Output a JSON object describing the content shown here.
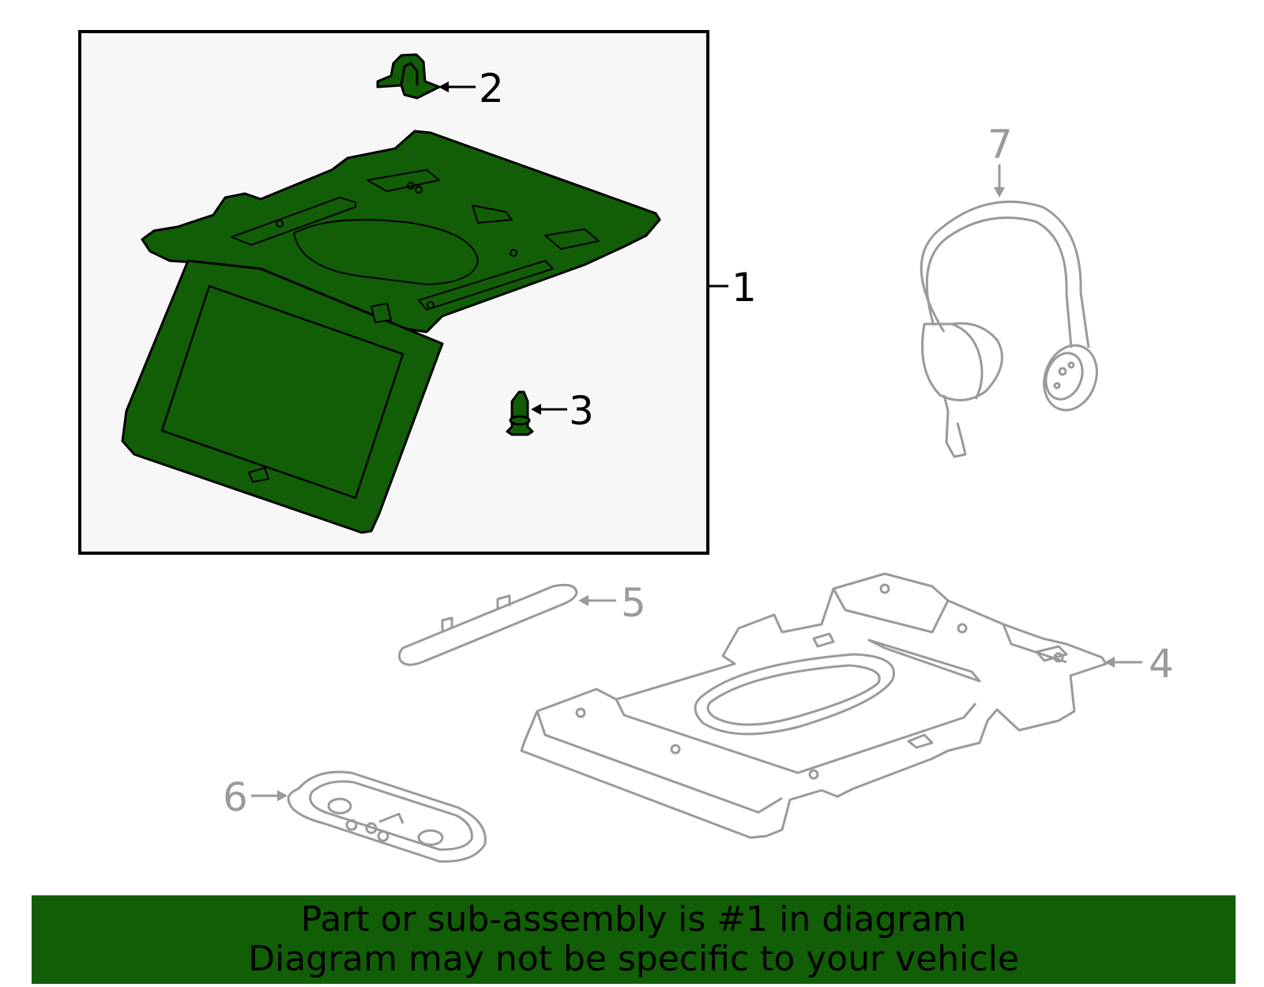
{
  "callouts": {
    "c1": "1",
    "c2": "2",
    "c3": "3",
    "c4": "4",
    "c5": "5",
    "c6": "6",
    "c7": "7"
  },
  "banner": {
    "line1": "Part or sub-assembly is #1 in diagram",
    "line2": "Diagram may not be specific to your vehicle"
  },
  "colors": {
    "highlight_green": "#115e07",
    "gray_part": "#9a9a9a",
    "panel_bg": "#f7f7f7",
    "outline": "#000000"
  }
}
